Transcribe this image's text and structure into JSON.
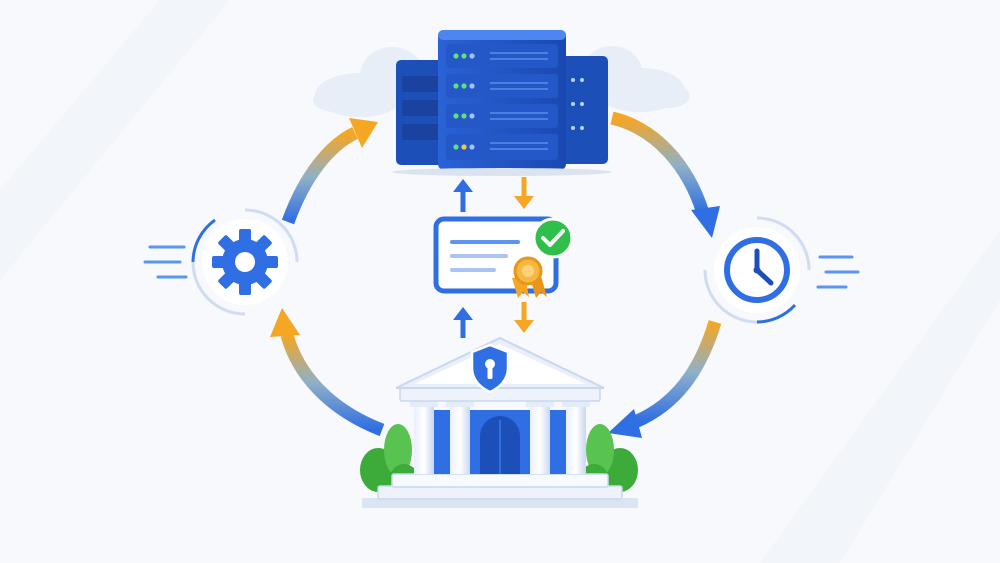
{
  "diagram": {
    "nodes": [
      {
        "id": "server",
        "icon": "server-rack-icon"
      },
      {
        "id": "gear",
        "icon": "gear-icon"
      },
      {
        "id": "clock",
        "icon": "clock-icon"
      },
      {
        "id": "certificate",
        "icon": "certificate-icon"
      },
      {
        "id": "bank",
        "icon": "bank-building-icon"
      }
    ],
    "flow": [
      "server",
      "clock",
      "bank",
      "gear",
      "server"
    ],
    "exchange": [
      "server",
      "certificate",
      "bank"
    ],
    "colors": {
      "blue": "#2f6ee3",
      "blue_dark": "#1c4fb8",
      "blue_light": "#5b95f0",
      "orange": "#f5a623",
      "green": "#2fbf4a",
      "plant_green": "#3cab3a",
      "background": "#f7f9fc"
    }
  }
}
